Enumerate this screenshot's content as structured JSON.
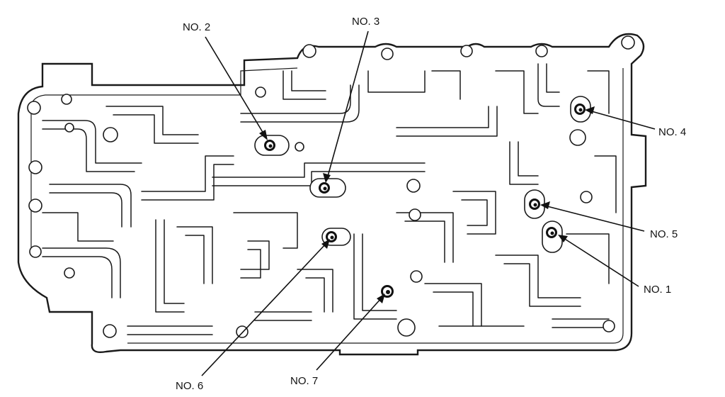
{
  "callouts": [
    {
      "id": "no2",
      "label": "NO. 2"
    },
    {
      "id": "no3",
      "label": "NO. 3"
    },
    {
      "id": "no4",
      "label": "NO. 4"
    },
    {
      "id": "no5",
      "label": "NO. 5"
    },
    {
      "id": "no1",
      "label": "NO. 1"
    },
    {
      "id": "no6",
      "label": "NO. 6"
    },
    {
      "id": "no7",
      "label": "NO. 7"
    }
  ]
}
